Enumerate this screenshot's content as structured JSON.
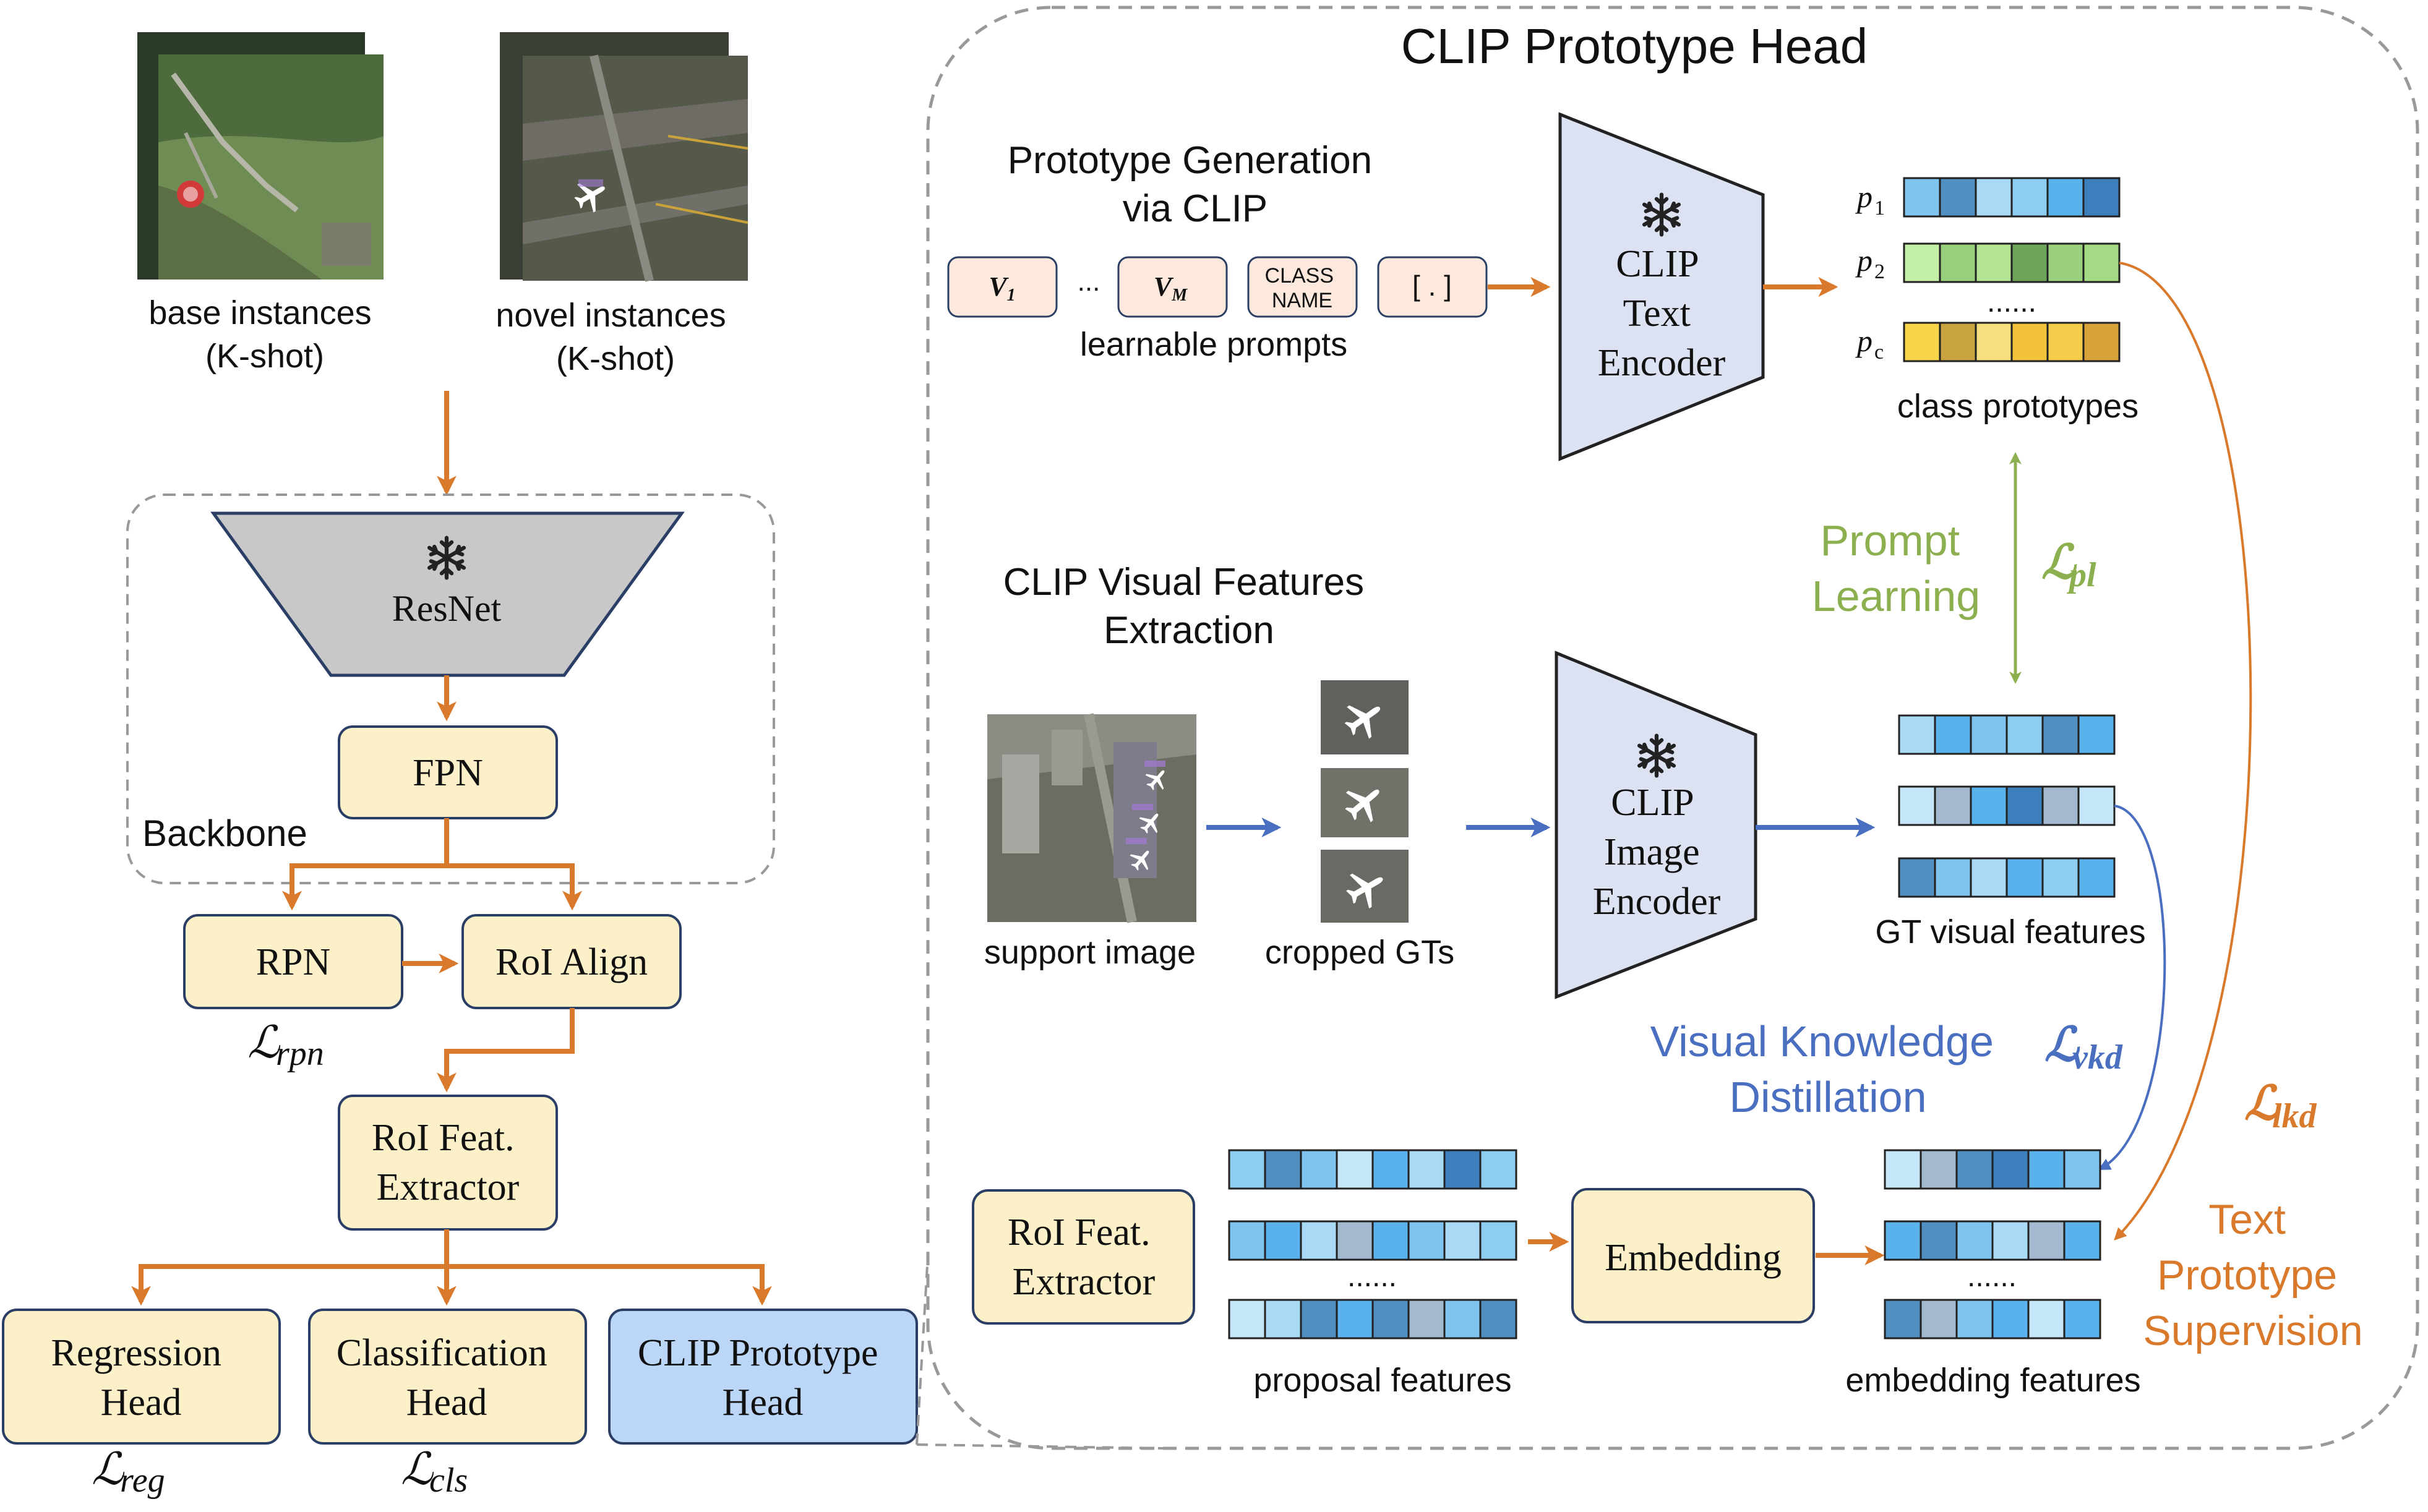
{
  "left": {
    "base_instances": [
      "base instances",
      "(K-shot)"
    ],
    "novel_instances": [
      "novel instances",
      "(K-shot)"
    ],
    "backbone_label": "Backbone",
    "resnet": "ResNet",
    "fpn": "FPN",
    "rpn": "RPN",
    "roi_align": "RoI Align",
    "roi_feat": [
      "RoI Feat.",
      "Extractor"
    ],
    "regression_head": [
      "Regression",
      "Head"
    ],
    "classification_head": [
      "Classification",
      "Head"
    ],
    "clip_prototype_head": [
      "CLIP Prototype",
      "Head"
    ],
    "loss_rpn": "rpn",
    "loss_reg": "reg",
    "loss_cls": "cls"
  },
  "right": {
    "title": "CLIP Prototype Head",
    "prototype_generation": [
      "Prototype Generation",
      "via CLIP"
    ],
    "prompt_v1": "1",
    "prompt_vm": "M",
    "prompt_dots": "...",
    "prompt_classname": [
      "CLASS",
      "NAME"
    ],
    "prompt_end": "[ . ]",
    "learnable_prompts": "learnable prompts",
    "text_encoder": [
      "CLIP",
      "Text",
      "Encoder"
    ],
    "proto_p1": "1",
    "proto_p2": "2",
    "proto_pc": "c",
    "proto_dots": "......",
    "class_prototypes": "class prototypes",
    "prompt_learning": [
      "Prompt",
      "Learning"
    ],
    "loss_pl": "pl",
    "visual_extraction": [
      "CLIP Visual Features",
      "Extraction"
    ],
    "support_image": "support image",
    "cropped_gts": "cropped GTs",
    "image_encoder": [
      "CLIP",
      "Image",
      "Encoder"
    ],
    "gt_visual_features": "GT visual features",
    "visual_kd": [
      "Visual Knowledge",
      "Distillation"
    ],
    "loss_vkd": "vkd",
    "loss_lkd": "lkd",
    "text_proto_supervision": [
      "Text",
      "Prototype",
      "Supervision"
    ],
    "roi_feat": [
      "RoI Feat.",
      "Extractor"
    ],
    "proposal_dots": "......",
    "proposal_features": "proposal features",
    "embedding": "Embedding",
    "embedding_dots": "......",
    "embedding_features": "embedding features"
  },
  "colors": {
    "orange": "#D9792C",
    "blue_arrow": "#4A6FC0",
    "green": "#8CB050",
    "cream": "#FCF0C8",
    "clip_blue": "#BBD6F7",
    "encoder": "#DCE2F2",
    "resnet": "#C8C8C8"
  }
}
